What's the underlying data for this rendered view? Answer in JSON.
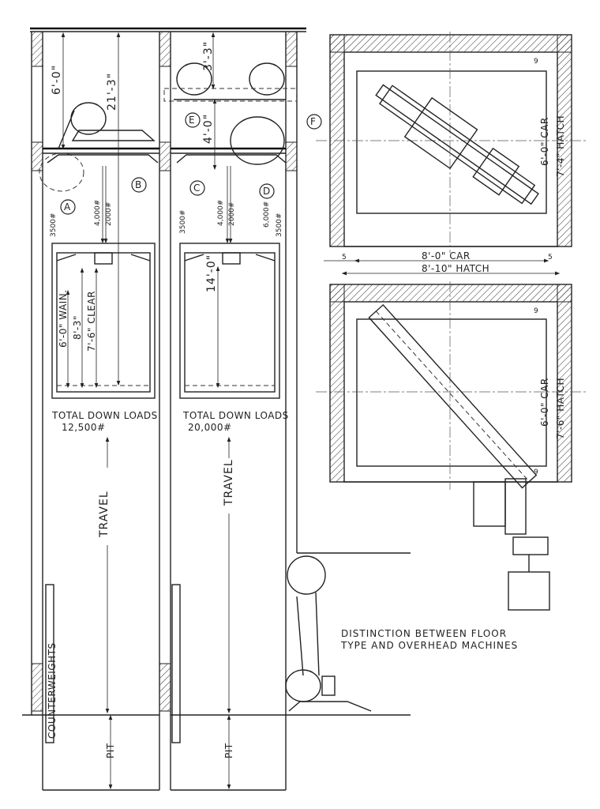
{
  "callouts": [
    "A",
    "B",
    "C",
    "D",
    "E",
    "F"
  ],
  "left_shaft": {
    "overhead": "6'-0\"",
    "machine_room_height": "21'-3\"",
    "load_left": "3500#",
    "load_center_1": "4,000#",
    "load_center_2": "2000#",
    "wainscot": "6'-0\" WAIN.",
    "car_height": "8'-3\"",
    "clear": "7'-6\" CLEAR",
    "total_label": "TOTAL DOWN LOADS",
    "total_value": "12,500#",
    "travel": "TRAVEL",
    "counterweights": "COUNTERWEIGHTS",
    "pit": "PIT"
  },
  "right_shaft": {
    "overhead": "3'-3\"",
    "deflector_gap": "4'-0\"",
    "load_left": "3500#",
    "load_center_1": "4,000#",
    "load_center_2": "2000#",
    "load_right_1": "6,000#",
    "load_right_2": "3500#",
    "car_height": "14'-0\"",
    "total_label": "TOTAL DOWN LOADS",
    "total_value": "20,000#",
    "travel": "TRAVEL",
    "pit": "PIT"
  },
  "plan_top": {
    "gap": "9",
    "car": "6'-0\" CAR",
    "hatch": "7'-4\" HATCH",
    "side_left": "5",
    "side_right": "5",
    "width_car": "8'-0\" CAR",
    "width_hatch": "8'-10\" HATCH"
  },
  "plan_bottom": {
    "gap_top": "9",
    "gap_bottom": "9",
    "car": "6'-0\" CAR",
    "hatch": "7'-6\" HATCH"
  },
  "caption": {
    "line1": "DISTINCTION BETWEEN FLOOR",
    "line2": "TYPE AND OVERHEAD MACHINES"
  }
}
